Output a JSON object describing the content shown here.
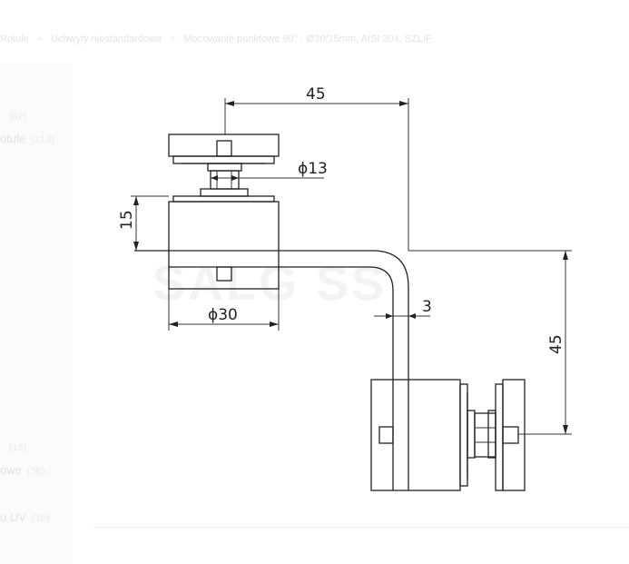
{
  "breadcrumb": {
    "items": [
      "Rotule",
      "Uchwyty niestandardowe",
      "Mocowanie punktowe 90° - Ø30/15mm, AISI 304, SZLIF"
    ],
    "separator": "»"
  },
  "sidebar": {
    "items": [
      {
        "label": "",
        "count": "(87)"
      },
      {
        "label": "otule",
        "count": "(214)"
      },
      {
        "label": "",
        "count": "(15)"
      },
      {
        "label": "owe",
        "count": "(36)"
      },
      {
        "label": "u UV",
        "count": "(10)"
      }
    ]
  },
  "watermark": {
    "text": "SALG SS"
  },
  "drawing": {
    "dimensions": {
      "top_width": "45",
      "pin_diameter": "ϕ13",
      "height": "15",
      "base_diameter": "ϕ30",
      "thickness": "3",
      "right_height": "45"
    }
  },
  "colors": {
    "line": "#222222",
    "faded_text": "#e2e2e2",
    "background": "#ffffff"
  }
}
